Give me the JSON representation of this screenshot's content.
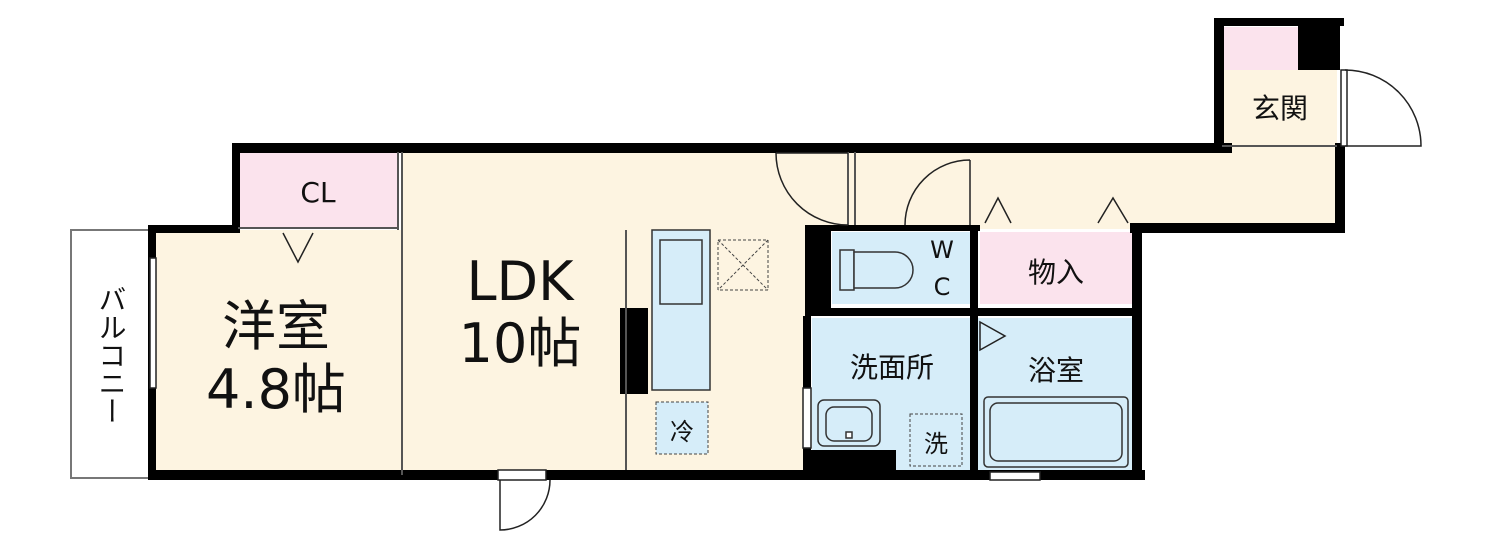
{
  "rooms": {
    "western": {
      "name": "洋室",
      "size": "4.8帖"
    },
    "ldk": {
      "name": "LDK",
      "size": "10帖"
    },
    "closet": {
      "name": "CL"
    },
    "entrance": {
      "name": "玄関"
    },
    "wc": {
      "name_top": "W",
      "name_bottom": "C"
    },
    "storage": {
      "name": "物入"
    },
    "washroom": {
      "name": "洗面所"
    },
    "bathroom": {
      "name": "浴室"
    },
    "balcony": {
      "name": "バルコニー"
    },
    "fridge": {
      "name": "冷"
    },
    "washer": {
      "name": "洗"
    }
  },
  "colors": {
    "floor": "#fdf4e1",
    "closet": "#fbe3ed",
    "wet": "#d6edf9",
    "wall": "#000000"
  }
}
